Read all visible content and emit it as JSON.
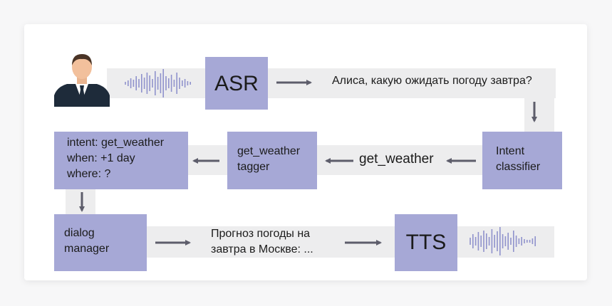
{
  "nodes": {
    "asr": "ASR",
    "intent_classifier": [
      "Intent",
      "classifier"
    ],
    "tagger": [
      "get_weather",
      "tagger"
    ],
    "intent_frame": [
      "intent: get_weather",
      "when: +1 day",
      "where: ?"
    ],
    "dialog_manager": [
      "dialog",
      "manager"
    ],
    "tts": "TTS"
  },
  "labels": {
    "query": "Алиса, какую ожидать погоду завтра?",
    "intent": "get_weather",
    "response": [
      "Прогноз погоды на",
      "завтра в Москве: ..."
    ]
  },
  "icons": {
    "user": "person-avatar-icon",
    "input_audio": "audio-waveform-icon",
    "output_audio": "audio-waveform-icon"
  },
  "colors": {
    "box": "#a6a8d6",
    "band": "#ededee",
    "arrow": "#5d5d6b",
    "wave": "#8f92cc"
  }
}
